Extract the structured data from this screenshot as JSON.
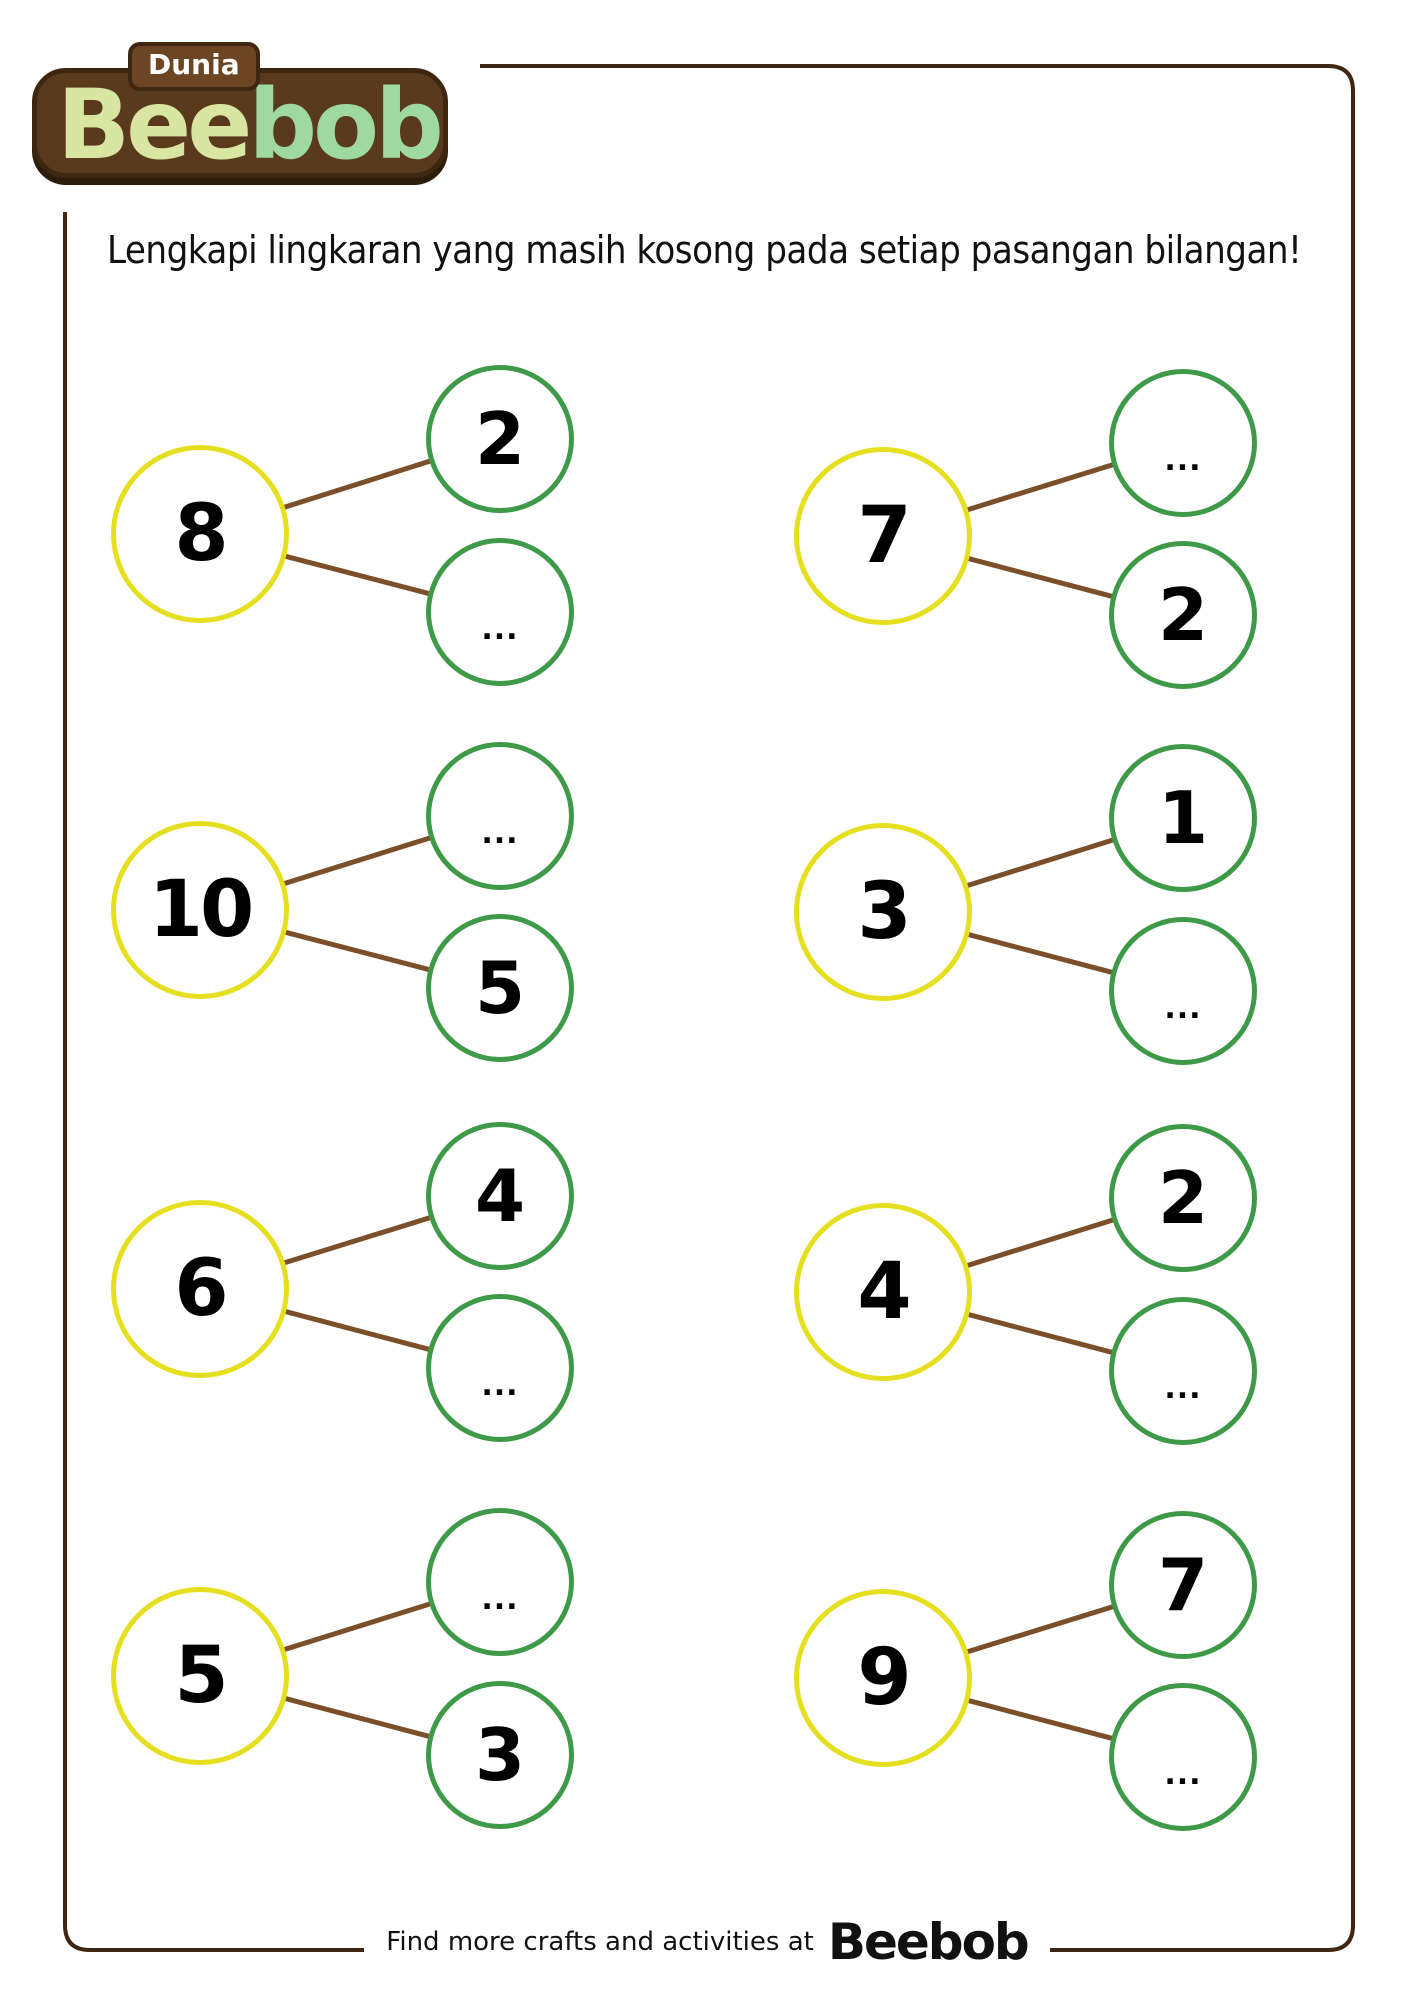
{
  "brand": {
    "dunia": "Dunia",
    "bee": "Bee",
    "bob": "bob",
    "colors": {
      "brown": "#6b4524",
      "bee_text": "#d9e6a2",
      "bob_text": "#9fd9a2"
    }
  },
  "instruction": "Lengkapi lingkaran yang masih kosong pada setiap pasangan bilangan!",
  "colors": {
    "whole_circle": "#e6df1f",
    "part_circle": "#3e9a48",
    "connector": "#7a4f2a",
    "frame": "#3e2612"
  },
  "bonds": [
    {
      "whole": "8",
      "top": "2",
      "bottom": "..."
    },
    {
      "whole": "7",
      "top": "...",
      "bottom": "2"
    },
    {
      "whole": "10",
      "top": "...",
      "bottom": "5"
    },
    {
      "whole": "3",
      "top": "1",
      "bottom": "..."
    },
    {
      "whole": "6",
      "top": "4",
      "bottom": "..."
    },
    {
      "whole": "4",
      "top": "2",
      "bottom": "..."
    },
    {
      "whole": "5",
      "top": "...",
      "bottom": "3"
    },
    {
      "whole": "9",
      "top": "7",
      "bottom": "..."
    }
  ],
  "footer": {
    "text": "Find more crafts and activities at",
    "brand": "Beebob"
  }
}
